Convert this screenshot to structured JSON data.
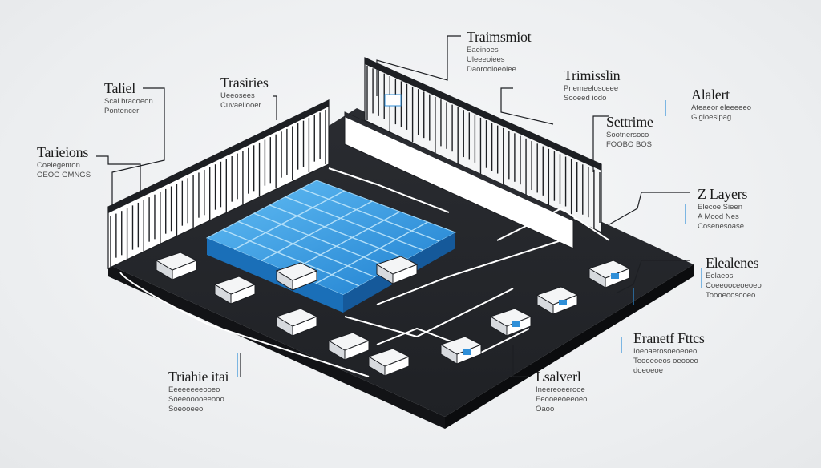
{
  "colors": {
    "background": "#eceef0",
    "platform": "#24262b",
    "platform_edge": "#111214",
    "grid": "#2f93e0",
    "grid_light": "#55b3f0",
    "rack": "#ffffff",
    "rack_line": "#1d1f23",
    "connector": "#ffffff",
    "accent": "#2f8fd8"
  },
  "callouts": [
    {
      "id": "taliel",
      "title": "Taliel",
      "lines": [
        "Scal bracoeon",
        "Pontencer"
      ]
    },
    {
      "id": "tarieions",
      "title": "Tarieions",
      "lines": [
        "Coelegenton",
        "OEOG GMNGS"
      ]
    },
    {
      "id": "trasiries",
      "title": "Trasiries",
      "lines": [
        "Ueeosees",
        "Cuvaeiiooer"
      ]
    },
    {
      "id": "traimsmiot",
      "title": "Traimsmiot",
      "lines": [
        "Eaeinoes",
        "Uleeeoiees",
        "Daorooioeoiee"
      ]
    },
    {
      "id": "trimisslin",
      "title": "Trimisslin",
      "lines": [
        "Pnemeelosceee",
        "Sooeed iodo"
      ]
    },
    {
      "id": "alalert",
      "title": "Alalert",
      "lines": [
        "Ateaeor eleeeeeo",
        "Gigioeslpag"
      ]
    },
    {
      "id": "settrime",
      "title": "Settrime",
      "lines": [
        "Sootnersoco",
        "FOOBO BOS"
      ]
    },
    {
      "id": "zlayers",
      "title": "Z Layers",
      "lines": [
        "Elecoe Sieen",
        "A Mood Nes",
        "Cosenesoase"
      ]
    },
    {
      "id": "elealenes",
      "title": "Elealenes",
      "lines": [
        "Eolaeos",
        "Coeeooceoeoeo",
        "Toooeoosooeo"
      ]
    },
    {
      "id": "eranetffttcs",
      "title": "Eranetf Fttcs",
      "lines": [
        "Ioeoaerosoeoeoeo",
        "Teooeoeos oeooeo",
        "doeoeoe"
      ]
    },
    {
      "id": "lsalverl",
      "title": "Lsalverl",
      "lines": [
        "Ineereoeerooe",
        "Eeooeeoeeoeo",
        "Oaoo"
      ]
    },
    {
      "id": "triahieitai",
      "title": "Triahie itai",
      "lines": [
        "Eeeeeeeeooeo",
        "Soeeooooeeooo",
        "Soeooeeo"
      ]
    }
  ]
}
